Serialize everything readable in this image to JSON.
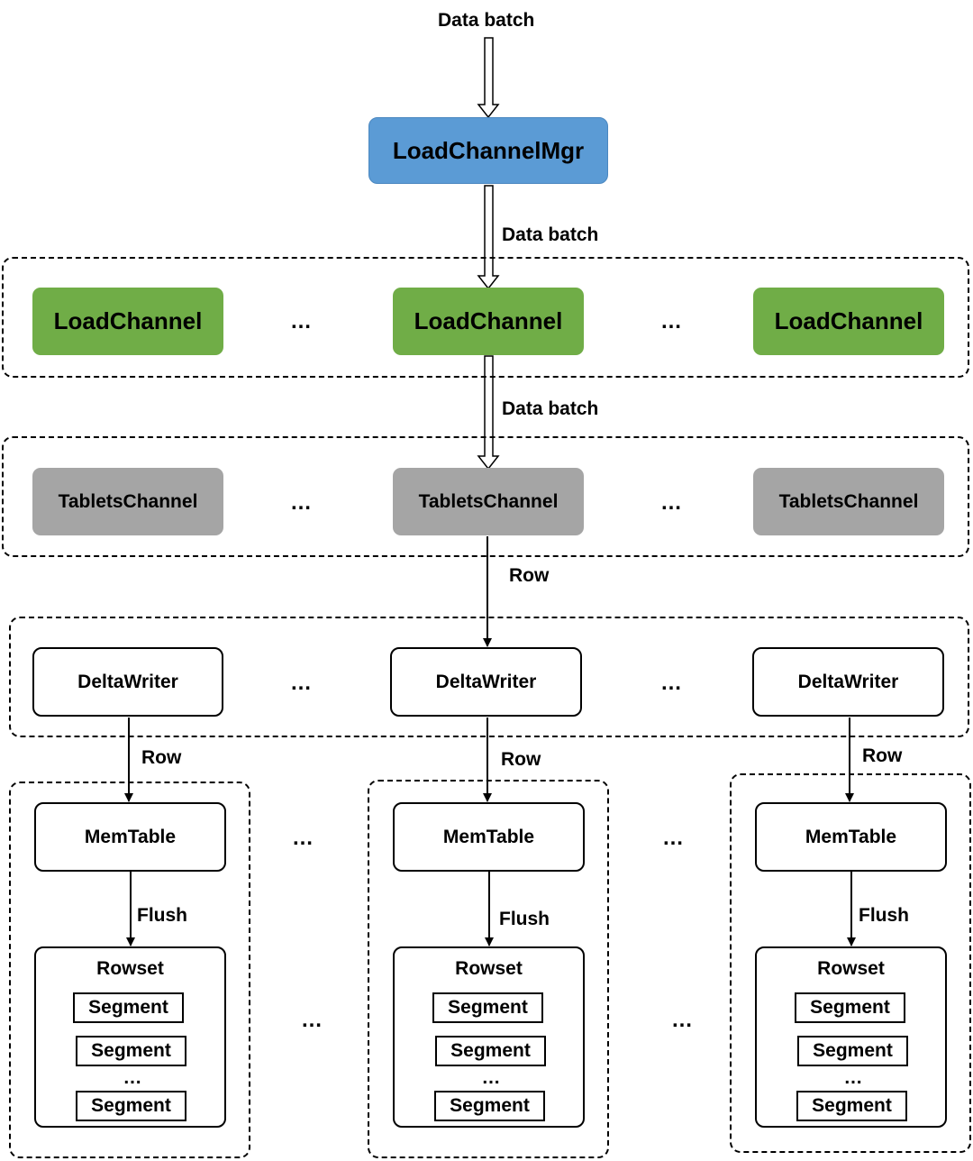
{
  "labels": {
    "data_batch": "Data batch",
    "row": "Row",
    "flush": "Flush",
    "dots": "…"
  },
  "nodes": {
    "load_channel_mgr": "LoadChannelMgr",
    "load_channel": "LoadChannel",
    "tablets_channel": "TabletsChannel",
    "delta_writer": "DeltaWriter",
    "mem_table": "MemTable",
    "rowset": "Rowset",
    "segment": "Segment"
  },
  "colors": {
    "load_channel_mgr": "#5b9bd5",
    "load_channel": "#70ad47",
    "tablets_channel": "#a5a5a5"
  }
}
